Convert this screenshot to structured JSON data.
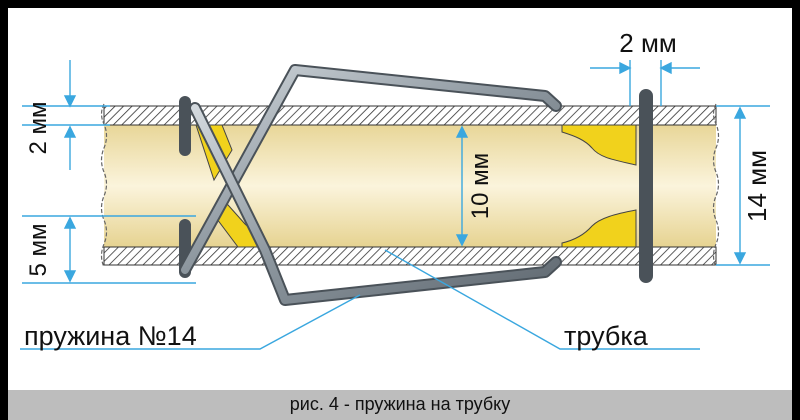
{
  "labels": {
    "dim_wall_top": "2 мм",
    "dim_wall_left": "2 мм",
    "dim_gap": "5 мм",
    "dim_inner": "10 мм",
    "dim_outer": "14 мм",
    "spring": "пружина №14",
    "tube": "трубка"
  },
  "caption": "рис. 4 - пружина на трубку",
  "colors": {
    "tube_fill": "#f2e6b5",
    "accent_yellow": "#f1d21c",
    "wire": "#8f9aa3",
    "dimension_line": "#3aa7df",
    "caption_bar": "#bdbdbd"
  }
}
